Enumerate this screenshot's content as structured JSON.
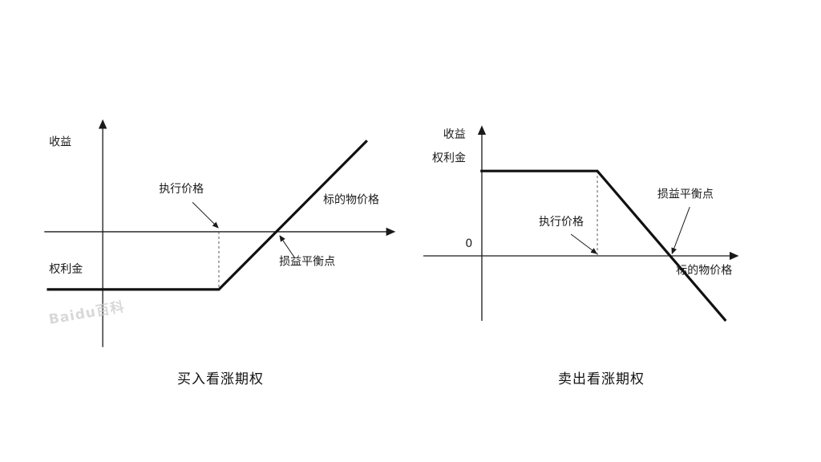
{
  "page": {
    "background": "#ffffff",
    "watermark": "Baidu百科",
    "line_color": "#1a1a1a",
    "payoff_color": "#111111"
  },
  "chart_data": [
    {
      "type": "line",
      "title": "买入看涨期权",
      "ylabel": "收益",
      "xlabel": "标的物价格",
      "xlim": [
        -1.96,
        8.49
      ],
      "ylim": [
        -2.1,
        2.07
      ],
      "grid": false,
      "legend": "none",
      "axes": {
        "x": {
          "y": 0,
          "from": -1.62,
          "to": 8.09
        },
        "y": {
          "x": 0,
          "from": -2.0,
          "to": 1.93
        }
      },
      "series": [
        {
          "name": "long-call-payoff",
          "points": [
            [
              -1.55,
              -1
            ],
            [
              3.22,
              -1
            ],
            [
              7.33,
              1.58
            ]
          ]
        }
      ],
      "key_values": {
        "premium": -1,
        "strike_x": 3.22,
        "breakeven_x": 4.81
      },
      "dashed_guides": [
        {
          "from": [
            3.22,
            0
          ],
          "to": [
            3.22,
            -1
          ]
        }
      ],
      "labels": [
        {
          "name": "ylabel",
          "text": "收益",
          "x": -1.18,
          "y": 1.49
        },
        {
          "name": "premium",
          "text": "权利金",
          "x": -1.02,
          "y": -0.71
        },
        {
          "name": "xlabel",
          "text": "标的物价格",
          "x": 6.89,
          "y": 0.49
        },
        {
          "name": "strike",
          "text": "执行价格",
          "x": 2.18,
          "y": 0.68
        },
        {
          "name": "breakeven",
          "text": "损益平衡点",
          "x": 5.67,
          "y": -0.58
        }
      ],
      "arrows": [
        {
          "name": "strike-arrow",
          "from": [
            2.49,
            0.51
          ],
          "to": [
            3.2,
            0.07
          ]
        },
        {
          "name": "breakeven-arrow",
          "from": [
            5.33,
            -0.46
          ],
          "to": [
            4.91,
            -0.07
          ]
        }
      ]
    },
    {
      "type": "line",
      "title": "卖出看涨期权",
      "ylabel": "收益",
      "xlabel": "标的物价格",
      "xlim": [
        -1.91,
        8.53
      ],
      "ylim": [
        -1.68,
        2.486
      ],
      "grid": false,
      "legend": "none",
      "axes": {
        "x": {
          "y": 0,
          "from": -1.62,
          "to": 7.09
        },
        "y": {
          "x": 0,
          "from": -1.125,
          "to": 2.24
        }
      },
      "series": [
        {
          "name": "short-call-payoff",
          "points": [
            [
              -0.04,
              1.47
            ],
            [
              3.2,
              1.47
            ],
            [
              6.76,
              -1.125
            ]
          ]
        }
      ],
      "key_values": {
        "premium": 1.47,
        "strike_x": 3.2,
        "breakeven_x": 5.21
      },
      "dashed_guides": [
        {
          "from": [
            3.2,
            1.47
          ],
          "to": [
            3.2,
            0
          ]
        }
      ],
      "labels": [
        {
          "name": "ylabel",
          "text": "收益",
          "x": -0.76,
          "y": 2.04
        },
        {
          "name": "premium",
          "text": "权利金",
          "x": -0.91,
          "y": 1.63
        },
        {
          "name": "origin",
          "text": "0",
          "x": -0.36,
          "y": 0.15
        },
        {
          "name": "strike",
          "text": "执行价格",
          "x": 2.2,
          "y": 0.53
        },
        {
          "name": "breakeven",
          "text": "损益平衡点",
          "x": 5.64,
          "y": 1.01
        },
        {
          "name": "xlabel",
          "text": "标的物价格",
          "x": 6.16,
          "y": -0.31
        }
      ],
      "arrows": [
        {
          "name": "strike-arrow",
          "from": [
            2.47,
            0.375
          ],
          "to": [
            3.18,
            0.04
          ]
        },
        {
          "name": "breakeven-arrow",
          "from": [
            5.76,
            0.847
          ],
          "to": [
            5.27,
            0.04
          ]
        }
      ]
    }
  ]
}
